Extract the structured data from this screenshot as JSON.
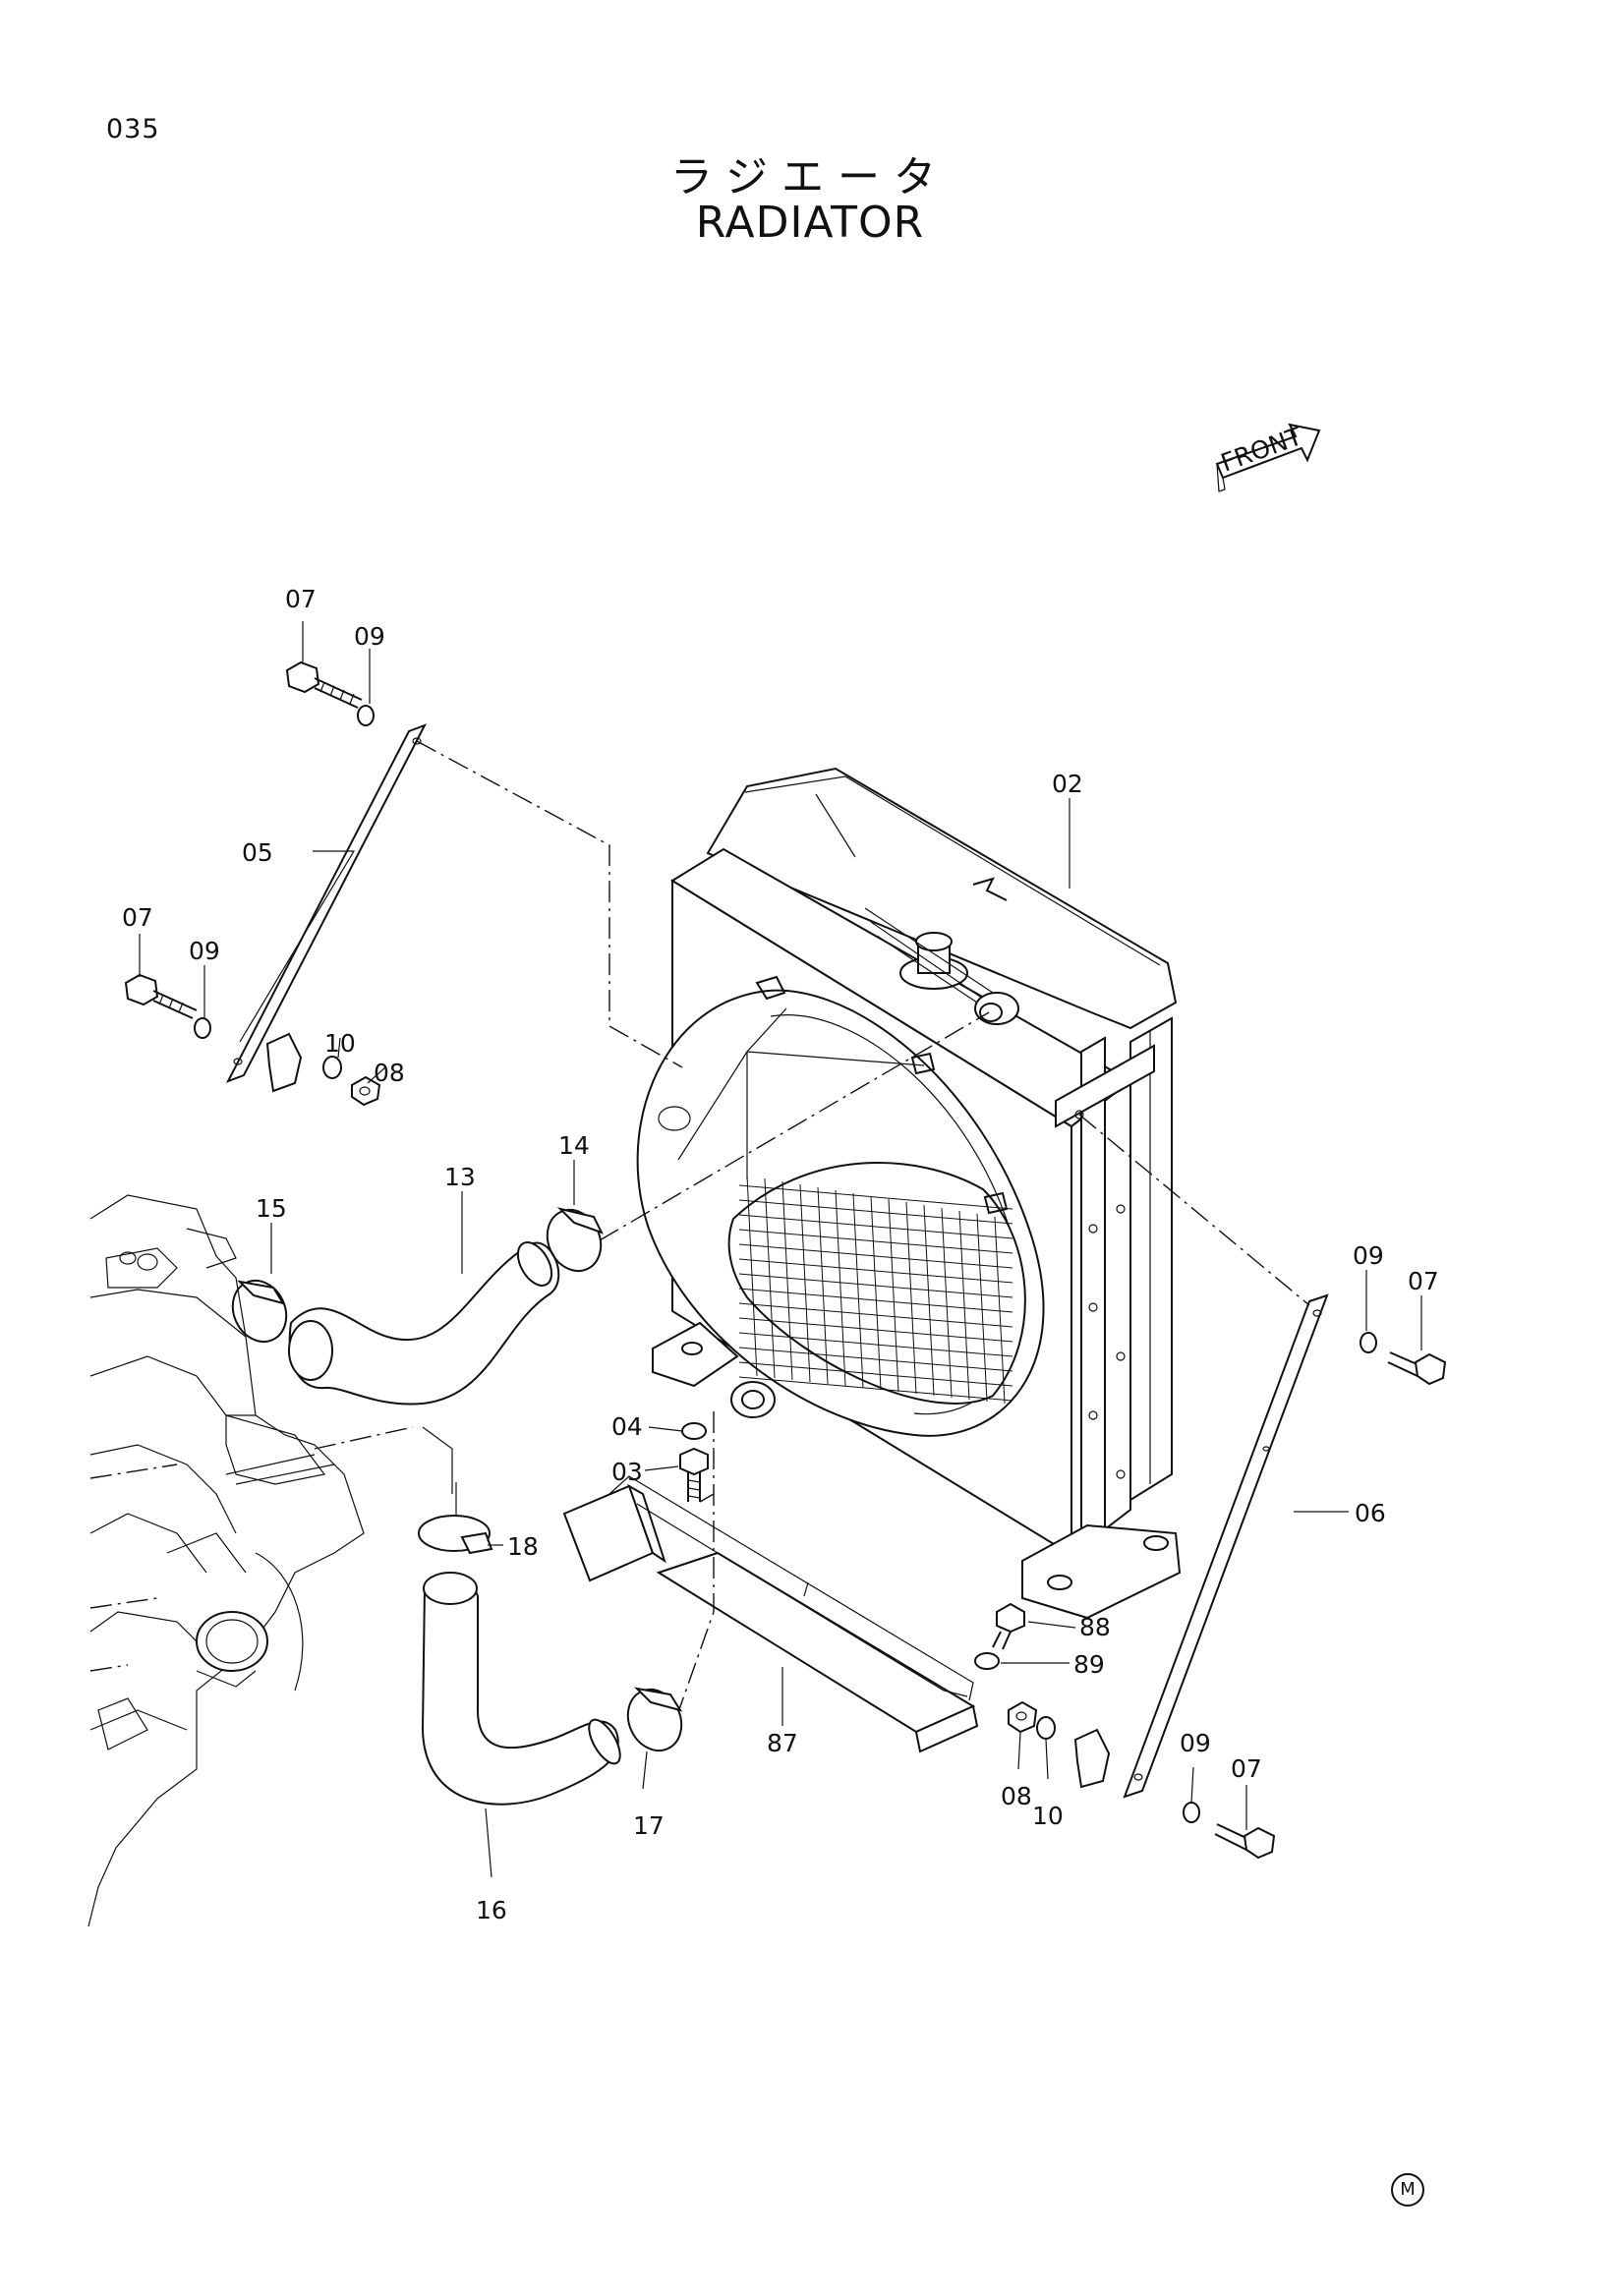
{
  "page_number": "035",
  "title_jp": "ラジエータ",
  "title_en": "RADIATOR",
  "front_label": "FRONT",
  "brand_mark": "M",
  "callouts": {
    "c02": "02",
    "c03": "03",
    "c04": "04",
    "c05": "05",
    "c06": "06",
    "c07_top": "07",
    "c09_top": "09",
    "c07_mid": "07",
    "c09_mid": "09",
    "c10_left": "10",
    "c08_left": "08",
    "c09_right": "09",
    "c07_right": "07",
    "c09_bottom": "09",
    "c07_bottom": "07",
    "c08_bottom": "08",
    "c10_bottom": "10",
    "c13": "13",
    "c14": "14",
    "c15": "15",
    "c16": "16",
    "c17": "17",
    "c18": "18",
    "c87": "87",
    "c88": "88",
    "c89": "89"
  }
}
